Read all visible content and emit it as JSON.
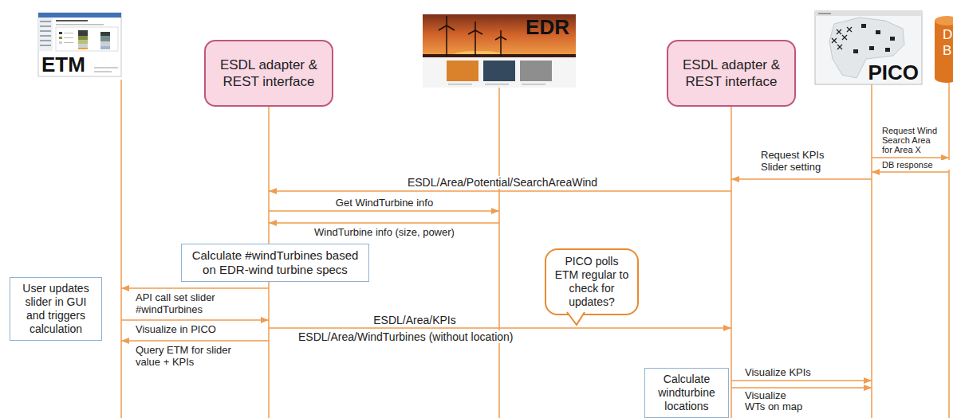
{
  "diagram": {
    "nodes": [
      {
        "text": [
          "ETM"
        ]
      },
      {
        "text": [
          "ESDL adapter & REST interface"
        ]
      },
      {
        "text": [
          "EDR"
        ]
      },
      {
        "text": [
          "ESDL adapter & REST interface"
        ]
      },
      {
        "text": [
          "PICO"
        ]
      },
      {
        "text": [
          "D B"
        ]
      },
      {
        "text": [
          "Calculate #windTurbines based on EDR-wind turbine specs"
        ]
      },
      {
        "text": [
          "User updates slider in GUI and triggers calculation"
        ]
      },
      {
        "text": [
          "PICO polls ETM regular to check for updates?"
        ]
      },
      {
        "text": [
          "Calculate windturbine locations"
        ]
      }
    ],
    "edges": [
      {
        "from": 4,
        "to": 5,
        "arrow": "to",
        "label": "Request Wind Search Area for Area X"
      },
      {
        "from": 5,
        "to": 4,
        "arrow": "to",
        "label": "DB response"
      },
      {
        "from": 4,
        "to": 3,
        "arrow": "to",
        "label": "Request KPIs Slider setting"
      },
      {
        "from": 3,
        "to": 1,
        "arrow": "to",
        "label": "ESDL/Area/Potential/SearchAreaWind"
      },
      {
        "from": 1,
        "to": 2,
        "arrow": "to",
        "label": "Get WindTurbine info"
      },
      {
        "from": 2,
        "to": 1,
        "arrow": "to",
        "label": "WindTurbine info (size, power)"
      },
      {
        "from": 1,
        "to": 0,
        "arrow": "to",
        "label": "API call set slider #windTurbines"
      },
      {
        "from": 0,
        "to": 1,
        "arrow": "to",
        "label": "Visualize in PICO"
      },
      {
        "from": 1,
        "to": 0,
        "arrow": "to",
        "label": "Query ETM for slider value + KPIs"
      },
      {
        "from": 1,
        "to": 3,
        "arrow": "to",
        "label": "ESDL/Area/KPIs"
      },
      {
        "from": 3,
        "to": 4,
        "arrow": "to",
        "label": "Visualize KPIs"
      },
      {
        "from": 3,
        "to": 4,
        "arrow": "to",
        "label": "Visualize WTs on map"
      }
    ],
    "labels": [
      "ESDL/Area/WindTurbines (without location)"
    ]
  }
}
